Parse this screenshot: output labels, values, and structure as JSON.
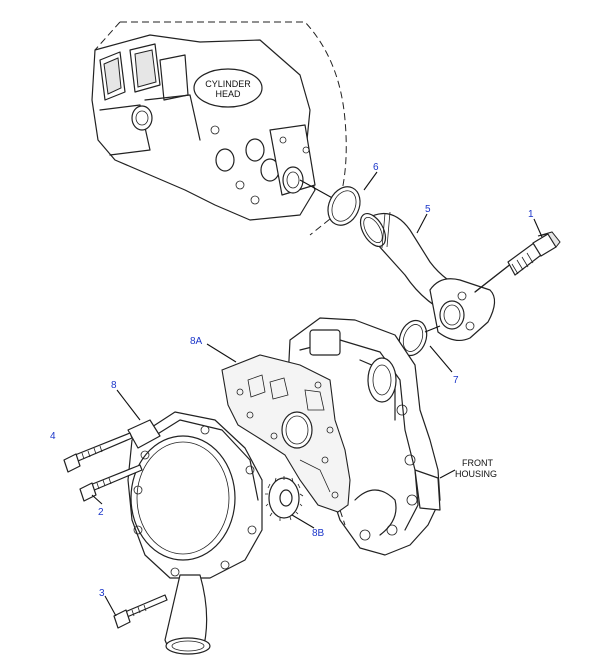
{
  "callouts": {
    "c1": "1",
    "c2": "2",
    "c3": "3",
    "c4": "4",
    "c5": "5",
    "c6": "6",
    "c7": "7",
    "c8": "8",
    "c8a": "8A",
    "c8b": "8B"
  },
  "labels": {
    "cylinder_head_line1": "CYLINDER",
    "cylinder_head_line2": "HEAD",
    "front_housing_line1": "FRONT",
    "front_housing_line2": "HOUSING"
  },
  "colors": {
    "callout": "#1a35c9",
    "line": "#222222"
  }
}
